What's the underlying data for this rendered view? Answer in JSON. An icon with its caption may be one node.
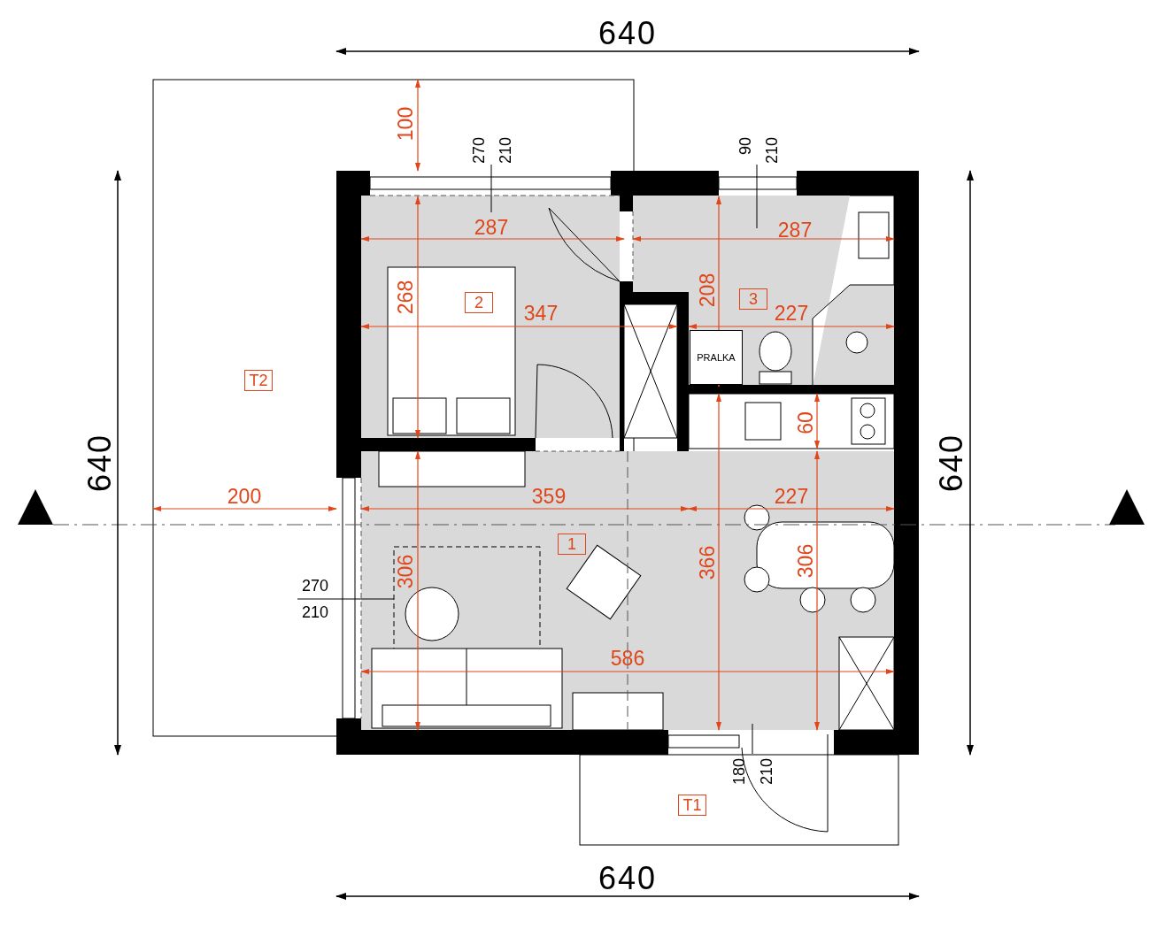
{
  "diagram": {
    "nodes": [
      {
        "text": [
          "2"
        ]
      },
      {
        "text": [
          "3"
        ]
      },
      {
        "text": [
          "PRALKA"
        ]
      },
      {
        "text": [
          "T2"
        ]
      },
      {
        "text": [
          "1"
        ]
      },
      {
        "text": [
          "T1"
        ]
      }
    ],
    "labels": [
      "640",
      "100",
      "270",
      "210",
      "90",
      "210",
      "287",
      "287",
      "268",
      "347",
      "208",
      "227",
      "640",
      "640",
      "60",
      "200",
      "359",
      "227",
      "306",
      "366",
      "306",
      "270",
      "210",
      "586",
      "180",
      "210",
      "640"
    ]
  }
}
